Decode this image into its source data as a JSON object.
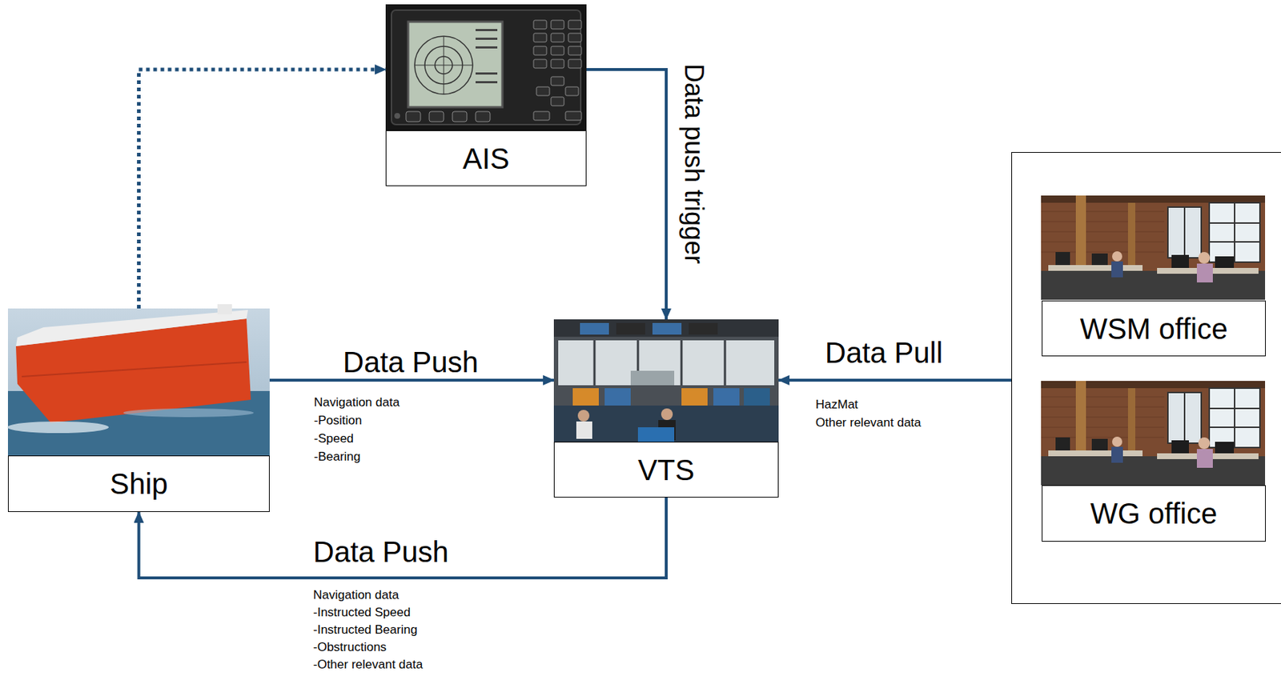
{
  "diagram": {
    "nodes": [
      {
        "text": [
          "AIS"
        ]
      },
      {
        "text": [
          "Ship"
        ]
      },
      {
        "text": [
          "VTS"
        ]
      },
      {
        "text": []
      },
      {
        "text": [
          "WSM office"
        ],
        "in": 3
      },
      {
        "text": [
          "WG office"
        ],
        "in": 3
      }
    ],
    "edges": [
      {
        "from": 1,
        "to": 0,
        "arrow": "to"
      },
      {
        "from": 0,
        "to": 2,
        "arrow": "to",
        "label": "Data push trigger"
      },
      {
        "from": 1,
        "to": 2,
        "arrow": "to",
        "label": "Data Push"
      },
      {
        "from": 2,
        "to": 1,
        "arrow": "to",
        "label": "Data Push"
      },
      {
        "from": 3,
        "to": 2,
        "arrow": "to",
        "label": "Data Pull"
      }
    ],
    "labels": [
      "Navigation data",
      "-Position",
      "-Speed",
      "-Bearing",
      "HazMat",
      "Other relevant data",
      "Navigation data",
      "-Instructed Speed",
      "-Instructed Bearing",
      "-Obstructions",
      "-Other relevant data"
    ]
  }
}
